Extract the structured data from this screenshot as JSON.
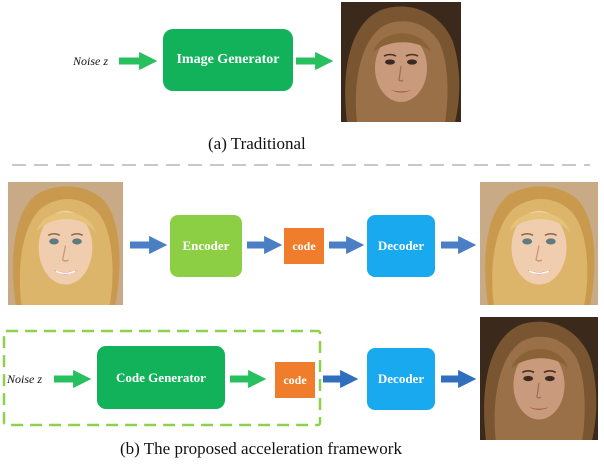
{
  "traditional": {
    "noise_label": "Noise z",
    "generator_label": "Image Generator",
    "caption": "(a) Traditional"
  },
  "proposed": {
    "encoder_label": "Encoder",
    "code_label": "code",
    "decoder_label": "Decoder",
    "noise_label": "Noise z",
    "code_generator_label": "Code Generator",
    "code_label_2": "code",
    "decoder_label_2": "Decoder",
    "caption": "(b) The proposed acceleration framework"
  },
  "colors": {
    "generator_green": "#12b25a",
    "arrow_green": "#26c05f",
    "encoder_green": "#8ccf45",
    "code_orange": "#ef7d2c",
    "decoder_blue": "#18a9ef",
    "arrow_blue": "#4a7fc6",
    "dash_gray": "#c8c8c8",
    "dash_green": "#8fd14f"
  },
  "icons": {
    "face_generated_blur": "face-portrait-generated-icon",
    "face_input": "face-portrait-input-icon",
    "face_reconstructed": "face-portrait-reconstructed-icon",
    "face_generated_2": "face-portrait-generated-icon"
  }
}
